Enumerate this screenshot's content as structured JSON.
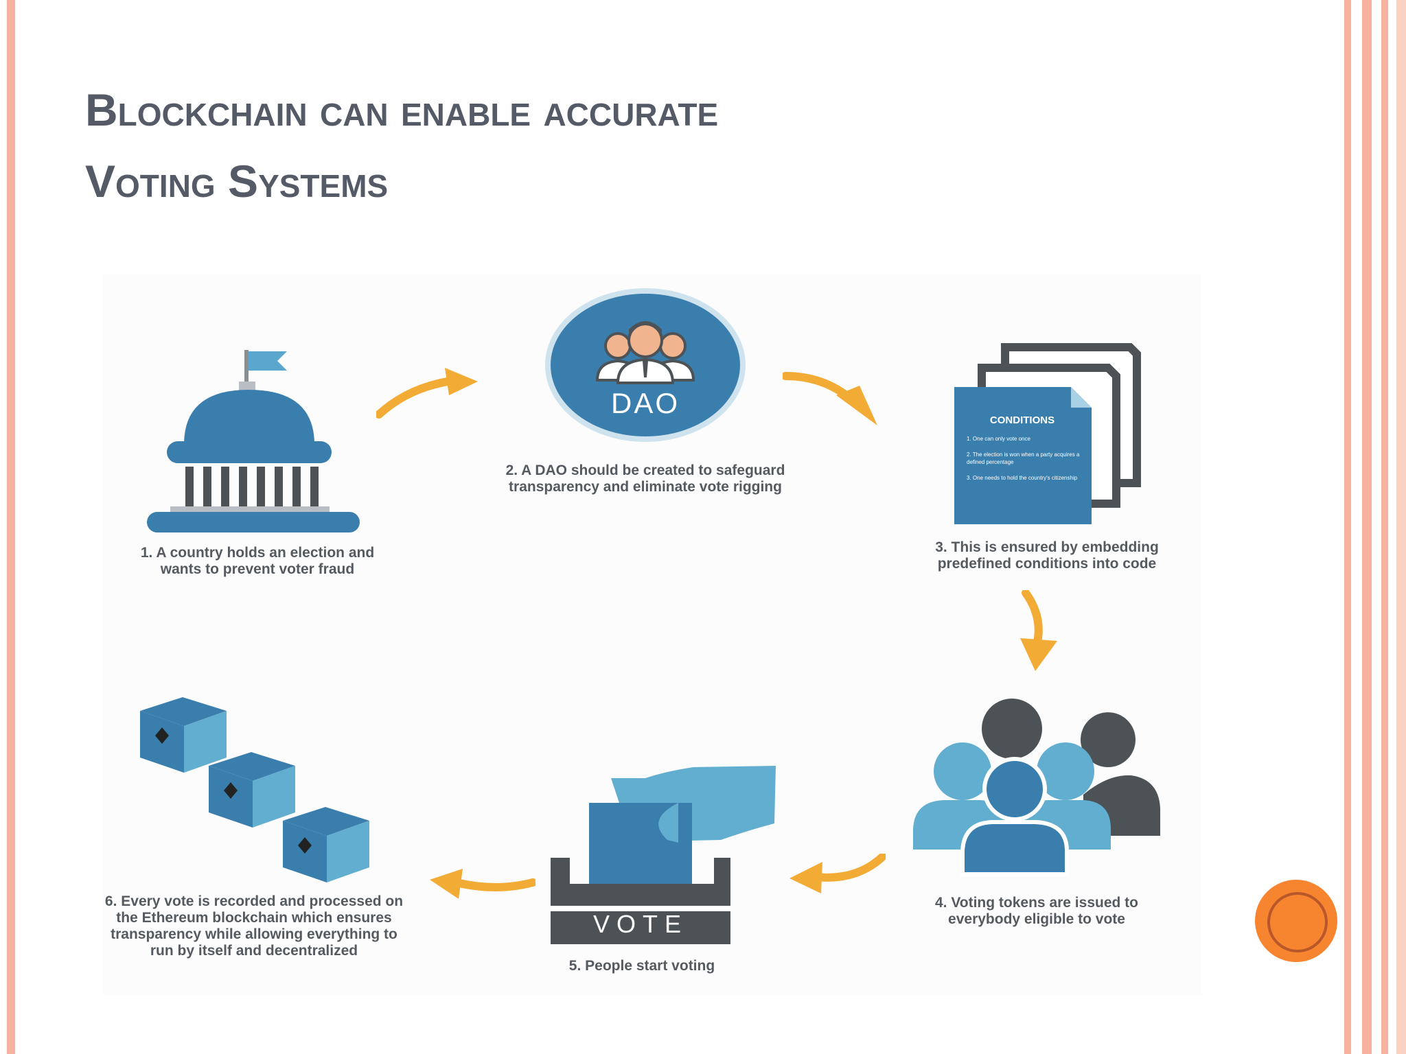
{
  "slide": {
    "title_line1_parts": [
      {
        "text": "B",
        "sc": false
      },
      {
        "text": "lockchain can enable accurate",
        "sc": true
      }
    ],
    "title_line2_parts": [
      {
        "text": "V",
        "sc": false
      },
      {
        "text": "oting ",
        "sc": true
      },
      {
        "text": "S",
        "sc": false
      },
      {
        "text": "ystems",
        "sc": true
      }
    ]
  },
  "diagram": {
    "dao_label": "DAO",
    "vote_label": "VOTE",
    "conditions_title": "CONDITIONS",
    "conditions_items": [
      "1. One can only vote once",
      "2. The election is won when a party acquires a defined percentage",
      "3. One needs to hold the country's citizenship"
    ],
    "steps": [
      {
        "lines": [
          "1. A country holds an election and",
          "wants to prevent voter fraud"
        ]
      },
      {
        "lines": [
          "2. A DAO should be created to safeguard",
          "transparency and eliminate vote rigging"
        ]
      },
      {
        "lines": [
          "3. This is ensured by embedding",
          "predefined conditions into code"
        ]
      },
      {
        "lines": [
          "4. Voting tokens are issued to",
          "everybody eligible to vote"
        ]
      },
      {
        "lines": [
          "5. People start voting"
        ]
      },
      {
        "lines": [
          "6. Every vote is recorded and processed on",
          "the Ethereum blockchain which ensures",
          "transparency while allowing everything to",
          "run by itself and decentralized"
        ]
      }
    ]
  },
  "colors": {
    "accent_blue": "#3a7eae",
    "light_blue": "#62aed0",
    "dark_gray": "#4d5257",
    "arrow_orange": "#f2ac35",
    "frame_salmon": "#f6b29c",
    "badge_orange": "#f7842f"
  }
}
